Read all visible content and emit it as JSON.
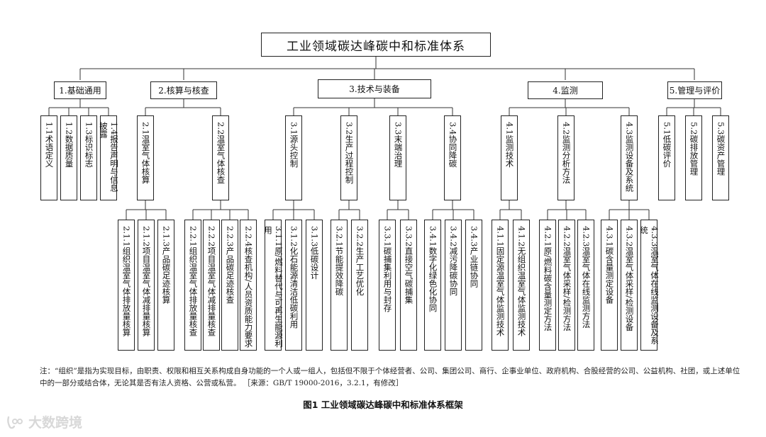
{
  "title": "工业领域碳达峰碳中和标准体系",
  "categories": [
    {
      "label": "1.基础通用",
      "items": [
        "1.1术语定义",
        "1.2数据质量",
        "1.3标识标志",
        "1.4报告声明与信息披露"
      ]
    },
    {
      "label": "2.核算与核查",
      "subs": [
        {
          "label": "2.1温室气体核算",
          "items": [
            "2.1.1组织温室气体排放量核算",
            "2.1.2项目温室气体减排量核算",
            "2.1.3产品碳足迹核算"
          ]
        },
        {
          "label": "2.2温室气体核查",
          "items": [
            "2.2.1组织温室气体排放量核查",
            "2.2.2项目温室气体减排量核查",
            "2.2.3产品碳足迹核查",
            "2.2.4核查机构/人员资质能力要求"
          ]
        }
      ]
    },
    {
      "label": "3.技术与装备",
      "subs": [
        {
          "label": "3.1源头控制",
          "items": [
            "3.1.1原/燃料替代与可再生能源利用",
            "3.1.2化石能源清洁低碳利用",
            "3.1.3低碳设计"
          ]
        },
        {
          "label": "3.2生产过程控制",
          "items": [
            "3.2.1节能提效降碳",
            "3.2.2生产工艺优化"
          ]
        },
        {
          "label": "3.3末端治理",
          "items": [
            "3.3.1碳捕集利用与封存",
            "3.3.2直接空气碳捕集"
          ]
        },
        {
          "label": "3.4协同降碳",
          "items": [
            "3.4.1数字化绿色化协同",
            "3.4.2减污降碳协同",
            "3.4.3产业链协同"
          ]
        }
      ]
    },
    {
      "label": "4.监测",
      "subs": [
        {
          "label": "4.1监测技术",
          "items": [
            "4.1.1固定源温室气体监测技术",
            "4.1.2无组织温室气体监测技术"
          ]
        },
        {
          "label": "4.2监测分析方法",
          "items": [
            "4.2.1原/燃料碳含量测定方法",
            "4.2.2温室气体采样/检测方法",
            "4.2.3温室气体在线监测方法"
          ]
        },
        {
          "label": "4.3监测设备及系统",
          "items": [
            "4.3.1碳含量测定设备",
            "4.3.2温室气体采样/检测设备",
            "4.3.3温室气体在线监测设备及系统"
          ]
        }
      ]
    },
    {
      "label": "5.管理与评价",
      "items": [
        "5.1低碳评价",
        "5.2碳排放管理",
        "5.3碳资产管理"
      ]
    }
  ],
  "note": "注：“组织”是指为实现目标，由职责、权限和相互关系构成自身功能的一个人或一组人，包括但不限于个体经营者、公司、集团公司、商行、企事业单位、政府机构、合股经营的公司、公益机构、社团，或上述单位中的一部分或结合体，无论其是否有法人资格、公营或私营。 ［来源：GB/T 19000-2016，3.2.1，有修改］",
  "caption": "图1 工业领域碳达峰碳中和标准体系框架",
  "watermark": "大数跨境"
}
